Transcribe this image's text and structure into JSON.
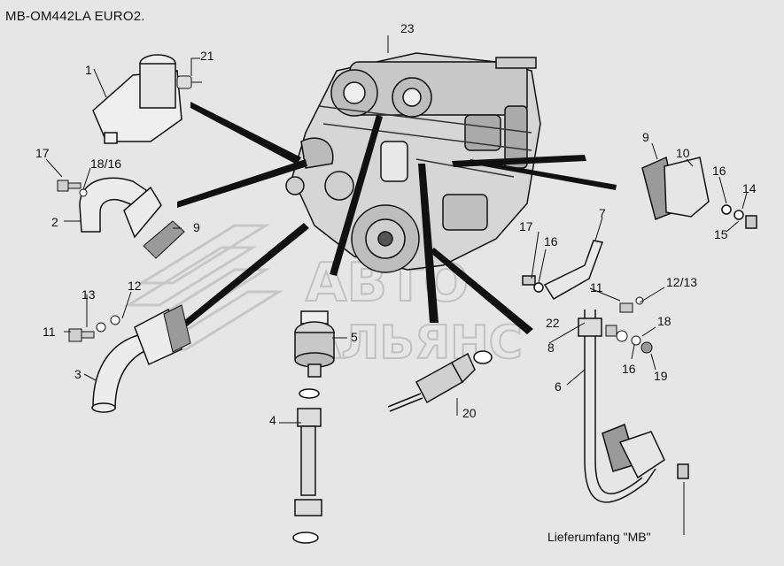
{
  "title": "MB-OM442LA EURO2.",
  "caption": "Lieferumfang \"MB\"",
  "callouts": [
    "23",
    "21",
    "1",
    "17",
    "18/16",
    "2",
    "9",
    "13",
    "12",
    "11",
    "3",
    "5",
    "4",
    "9",
    "10",
    "16",
    "14",
    "15",
    "7",
    "17",
    "16",
    "11",
    "12/13",
    "18",
    "22",
    "8",
    "16",
    "19",
    "6",
    "20"
  ],
  "watermark": {
    "line1": "АВТО",
    "line2": "АЛЬЯНС"
  }
}
